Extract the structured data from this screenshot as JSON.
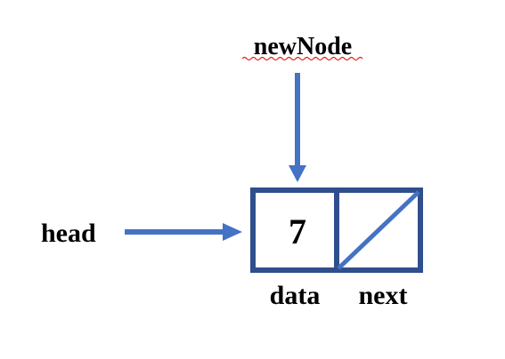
{
  "diagram": {
    "pointers": {
      "new_node_label": "newNode",
      "head_label": "head"
    },
    "node": {
      "data_value": "7",
      "next_value": null,
      "data_field_label": "data",
      "next_field_label": "next"
    }
  },
  "colors": {
    "arrow": "#4472C4",
    "node_border": "#2F4E8C",
    "null_slash": "#4472C4",
    "spellcheck_underline": "#E02020",
    "text": "#000000"
  }
}
